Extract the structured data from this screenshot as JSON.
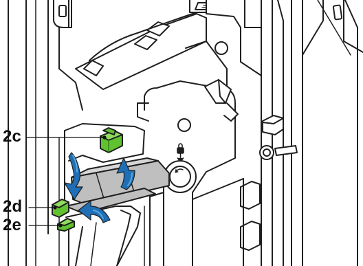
{
  "figure": {
    "callouts": [
      {
        "id": "2c",
        "label": "2c"
      },
      {
        "id": "2d",
        "label": "2d"
      },
      {
        "id": "2e",
        "label": "2e"
      }
    ],
    "colors": {
      "line": "#1f1f1f",
      "gray_fill": "#bfbfbf",
      "light_fill": "#ffffff",
      "handle_green": "#61c22f",
      "handle_green_dark": "#2f7d1a",
      "arrow_blue": "#1f6fb6",
      "arrow_blue_light": "#58a6e0"
    },
    "icons": [
      "lock-icon",
      "rotation-knob-icon",
      "green-handle-icon",
      "blue-rotation-arrow-icon"
    ]
  }
}
